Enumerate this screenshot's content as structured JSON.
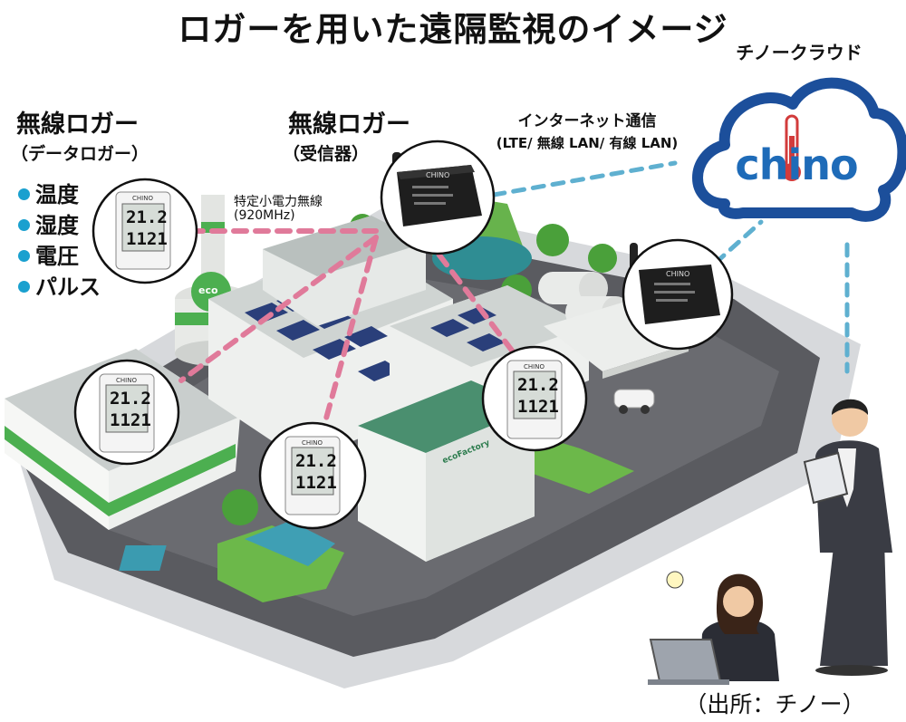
{
  "title": "ロガーを用いた遠隔監視のイメージ",
  "cloud": {
    "name": "チノークラウド",
    "logo_text": "chino"
  },
  "wireless_logger": {
    "title": "無線ロガー",
    "subtitle": "（データロガー）",
    "measurements": [
      "温度",
      "湿度",
      "電圧",
      "パルス"
    ]
  },
  "receiver": {
    "title": "無線ロガー",
    "subtitle": "（受信器）",
    "brand": "CHINO"
  },
  "radio_link": {
    "label": "特定小電力無線",
    "frequency": "(920MHz)"
  },
  "internet": {
    "label": "インターネット通信",
    "detail": "(LTE/ 無線 LAN/ 有線 LAN)"
  },
  "logger_device": {
    "brand": "CHINO",
    "reading_top": "21.2",
    "reading_bottom": "1121"
  },
  "factory": {
    "eco_label": "eco",
    "factory_label": "ecoFactory"
  },
  "source": "（出所：チノー）",
  "colors": {
    "radio_link": "#e07a9a",
    "internet_link": "#5fb0d0",
    "cloud_outline": "#1c4f9b",
    "logo_text": "#1e6bb8",
    "bullet": "#1aa0cf",
    "factory_green": "#4caf50",
    "road": "#55565a"
  }
}
